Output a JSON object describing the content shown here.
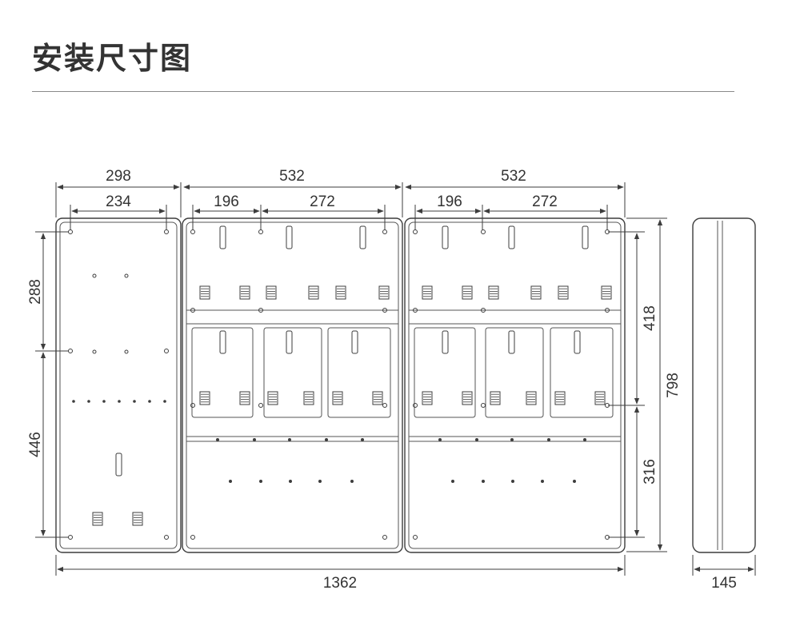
{
  "page": {
    "title": "安装尺寸图"
  },
  "dimensions": {
    "top_left_outer": "298",
    "top_left_inner": "234",
    "top_mid_outer": "532",
    "top_mid_inner_a": "196",
    "top_mid_inner_b": "272",
    "top_right_outer": "532",
    "top_right_inner_a": "196",
    "top_right_inner_b": "272",
    "left_upper": "288",
    "left_lower": "446",
    "right_upper": "418",
    "right_lower": "316",
    "right_total": "798",
    "bottom_total": "1362",
    "side_depth": "145"
  },
  "colors": {
    "line": "#3d3d3d",
    "text": "#333333",
    "rule": "#8a8a8a"
  }
}
